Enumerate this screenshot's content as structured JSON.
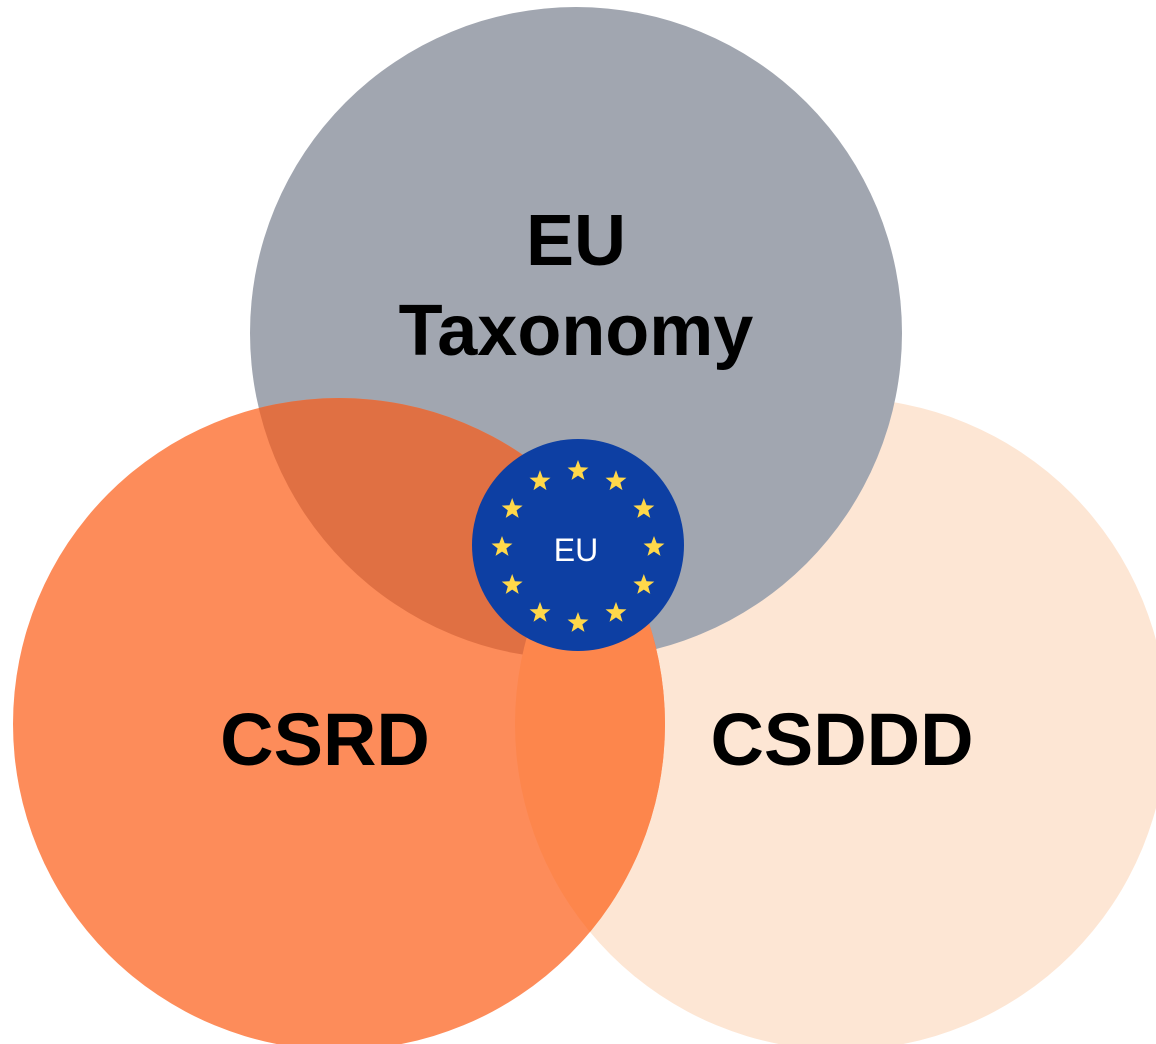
{
  "circles": {
    "taxonomy": {
      "label_line1": "EU",
      "label_line2": "Taxonomy",
      "color": "#a1a6b0"
    },
    "csrd": {
      "label": "CSRD",
      "color": "#fd8c5a"
    },
    "csddd": {
      "label": "CSDDD",
      "color": "#fde6d4"
    }
  },
  "overlap_colors": {
    "taxonomy_csrd": "#e07043",
    "csrd_csddd": "#fd864c"
  },
  "eu_badge": {
    "label": "EU",
    "icon": "eu-flag-icon",
    "background": "#0d3fa3",
    "star_color": "#ffd84a",
    "star_count": 12
  }
}
